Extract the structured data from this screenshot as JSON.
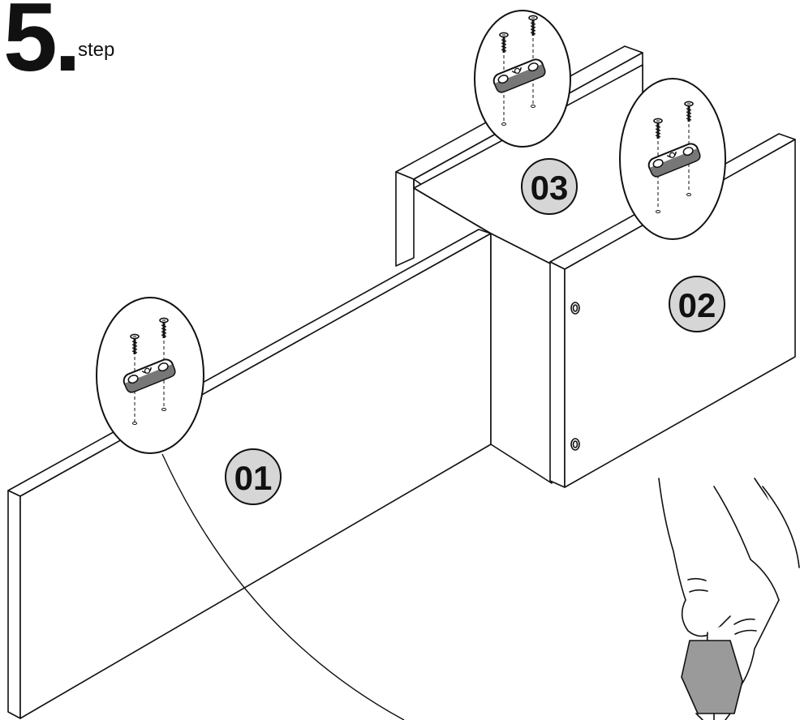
{
  "step": {
    "number": "5.",
    "word": "step"
  },
  "panels": [
    {
      "id": "panel-01",
      "label": "01"
    },
    {
      "id": "panel-02",
      "label": "02"
    },
    {
      "id": "panel-03",
      "label": "03"
    }
  ],
  "colors": {
    "line": "#111111",
    "badge_fill": "#d6d6d6",
    "paper": "#ffffff"
  }
}
